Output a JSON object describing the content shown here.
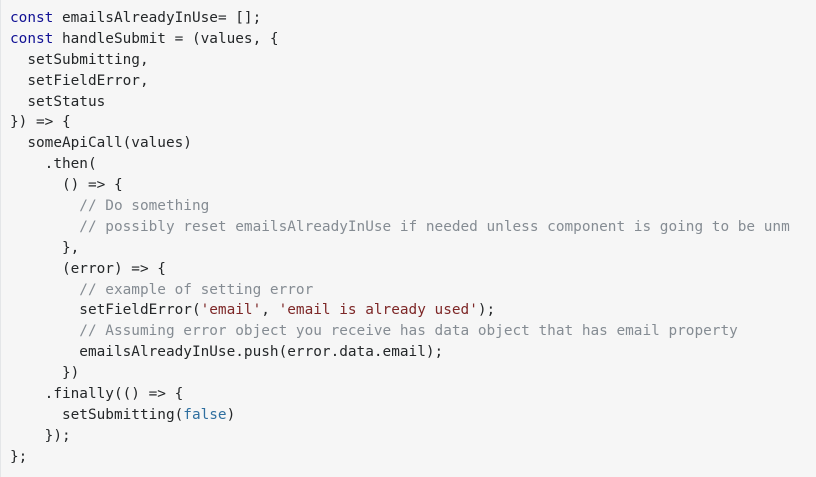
{
  "code": {
    "language": "javascript",
    "colors": {
      "background": "#f6f6f6",
      "text": "#242729",
      "keyword": "#101094",
      "string": "#7d2727",
      "comment": "#858c93",
      "literal": "#2f6f9f"
    },
    "lines": [
      [
        {
          "t": "kw",
          "v": "const"
        },
        {
          "t": "pl",
          "v": " emailsAlreadyInUse= [];"
        }
      ],
      [
        {
          "t": "kw",
          "v": "const"
        },
        {
          "t": "pl",
          "v": " handleSubmit = (values, {"
        }
      ],
      [
        {
          "t": "pl",
          "v": "  setSubmitting,"
        }
      ],
      [
        {
          "t": "pl",
          "v": "  setFieldError,"
        }
      ],
      [
        {
          "t": "pl",
          "v": "  setStatus"
        }
      ],
      [
        {
          "t": "pl",
          "v": "}) => {"
        }
      ],
      [
        {
          "t": "pl",
          "v": "  someApiCall(values)"
        }
      ],
      [
        {
          "t": "pl",
          "v": "    .then("
        }
      ],
      [
        {
          "t": "pl",
          "v": "      () => {"
        }
      ],
      [
        {
          "t": "cm",
          "v": "        // Do something"
        }
      ],
      [
        {
          "t": "cm",
          "v": "        // possibly reset emailsAlreadyInUse if needed unless component is going to be unm"
        }
      ],
      [
        {
          "t": "pl",
          "v": "      },"
        }
      ],
      [
        {
          "t": "pl",
          "v": "      (error) => {"
        }
      ],
      [
        {
          "t": "cm",
          "v": "        // example of setting error"
        }
      ],
      [
        {
          "t": "pl",
          "v": "        setFieldError("
        },
        {
          "t": "str",
          "v": "'email'"
        },
        {
          "t": "pl",
          "v": ", "
        },
        {
          "t": "str",
          "v": "'email is already used'"
        },
        {
          "t": "pl",
          "v": ");"
        }
      ],
      [
        {
          "t": "cm",
          "v": "        // Assuming error object you receive has data object that has email property"
        }
      ],
      [
        {
          "t": "pl",
          "v": "        emailsAlreadyInUse.push(error.data.email);"
        }
      ],
      [
        {
          "t": "pl",
          "v": "      })"
        }
      ],
      [
        {
          "t": "pl",
          "v": "    .finally(() => {"
        }
      ],
      [
        {
          "t": "pl",
          "v": "      setSubmitting("
        },
        {
          "t": "lit",
          "v": "false"
        },
        {
          "t": "pl",
          "v": ")"
        }
      ],
      [
        {
          "t": "pl",
          "v": "    });"
        }
      ],
      [
        {
          "t": "pl",
          "v": "};"
        }
      ]
    ]
  }
}
